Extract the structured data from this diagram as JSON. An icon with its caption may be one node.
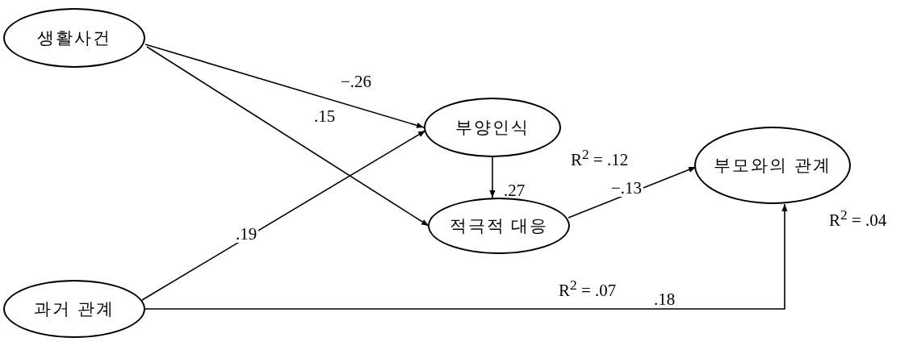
{
  "diagram": {
    "nodes": [
      {
        "text": [
          "생활사건"
        ]
      },
      {
        "text": [
          "부양인식"
        ],
        "beside": [
          "R$^{2}$ = .12"
        ]
      },
      {
        "text": [
          "적극적 대응"
        ],
        "beside": [
          "R$^{2}$ = .07"
        ]
      },
      {
        "text": [
          "부모와의 관계"
        ],
        "beside": [
          "R$^{2}$ = .04"
        ]
      },
      {
        "text": [
          "과거 관계"
        ]
      }
    ],
    "edges": [
      {
        "from": 0,
        "to": 1,
        "arrow": "to",
        "label": "−.26"
      },
      {
        "from": 0,
        "to": 2,
        "arrow": "to",
        "label": ".15"
      },
      {
        "from": 4,
        "to": 1,
        "arrow": "to",
        "label": ".19"
      },
      {
        "from": 1,
        "to": 2,
        "arrow": "to",
        "label": ".27"
      },
      {
        "from": 2,
        "to": 3,
        "arrow": "to",
        "label": "−.13"
      },
      {
        "from": 4,
        "to": 3,
        "arrow": "to",
        "label": ".18"
      }
    ]
  }
}
